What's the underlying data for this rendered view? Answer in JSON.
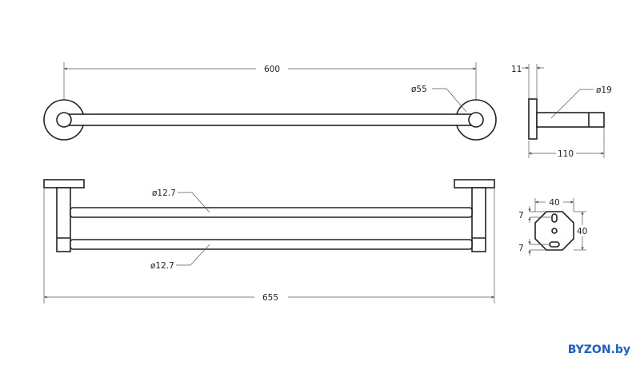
{
  "drawing": {
    "top_view": {
      "length_label": "600",
      "flange_diameter_label": "ø55"
    },
    "side_view": {
      "flange_thickness_label": "11",
      "rod_diameter_label": "ø19",
      "depth_label": "110"
    },
    "flange_view": {
      "width_label": "40",
      "height_label": "40",
      "top_offset_label": "7",
      "bottom_offset_label": "7"
    },
    "front_view": {
      "upper_rod_label": "ø12.7",
      "lower_rod_label": "ø12.7",
      "overall_length_label": "655"
    }
  },
  "watermark": {
    "text": "BYZON.by",
    "color": "#1a5fd0"
  }
}
